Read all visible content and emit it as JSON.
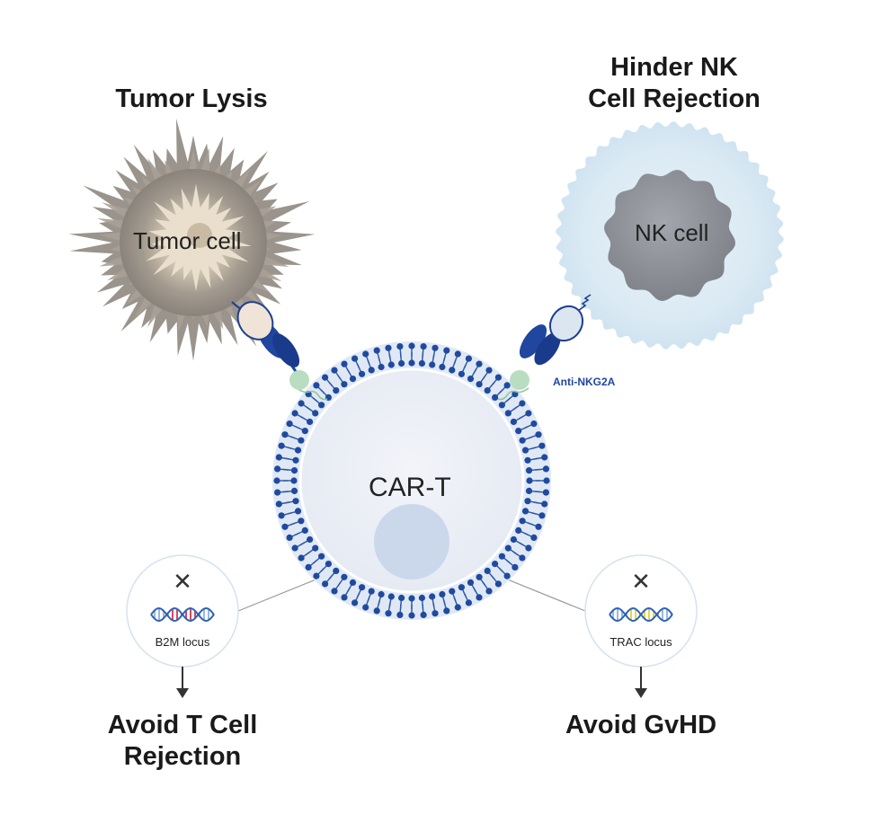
{
  "headings": {
    "tumor_lysis": "Tumor Lysis",
    "hinder_nk_line1": "Hinder NK",
    "hinder_nk_line2": "Cell Rejection",
    "avoid_t_line1": "Avoid T Cell",
    "avoid_t_line2": "Rejection",
    "avoid_gvhd": "Avoid GvHD"
  },
  "cells": {
    "tumor": "Tumor cell",
    "nk": "NK cell",
    "cart": "CAR-T"
  },
  "antibody_label": "Anti-NKG2A",
  "loci": {
    "b2m": "B2M locus",
    "trac": "TRAC locus",
    "knockout_mark": "✕"
  },
  "colors": {
    "membrane_blue": "#1f4a9e",
    "cell_interior": "#eef1f7",
    "nucleus": "#cdd8ea",
    "nk_halo": "#d9e9f3",
    "nk_body": "#8e9298",
    "tumor_outer": "#8f8880",
    "tumor_inner": "#ece2cf",
    "receptor_green": "#b9ddc1",
    "b2m_dna": "#d84a5e",
    "trac_dna": "#e8d63c",
    "dna_strand": "#2c63b8"
  }
}
